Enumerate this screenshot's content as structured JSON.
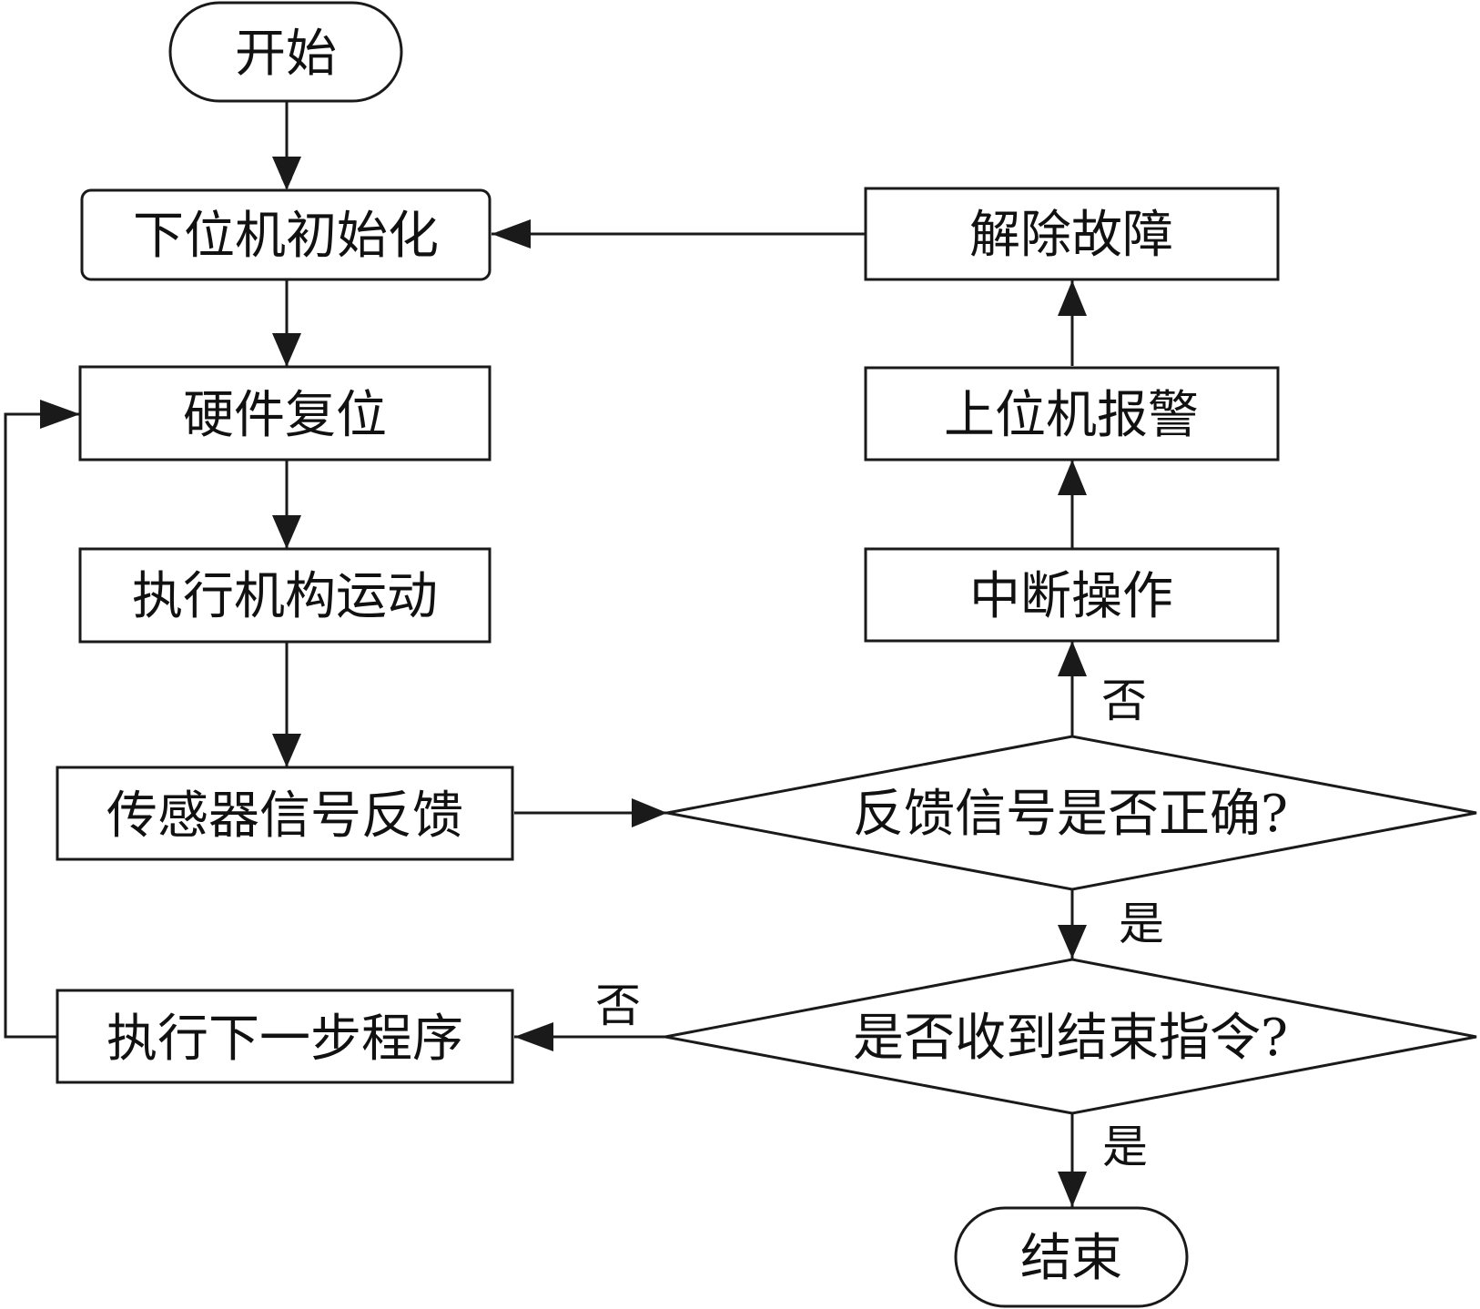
{
  "nodes": {
    "start": "开始",
    "init": "下位机初始化",
    "reset": "硬件复位",
    "actuator": "执行机构运动",
    "feedback": "传感器信号反馈",
    "check_feedback": "反馈信号是否正确?",
    "check_end": "是否收到结束指令?",
    "next_step": "执行下一步程序",
    "end": "结束",
    "interrupt": "中断操作",
    "alarm": "上位机报警",
    "clear_fault": "解除故障"
  },
  "edges": {
    "feedback_no": "否",
    "feedback_yes": "是",
    "end_no": "否",
    "end_yes": "是"
  },
  "colors": {
    "stroke": "#1a1a1a",
    "text": "#111111",
    "background": "#ffffff"
  }
}
